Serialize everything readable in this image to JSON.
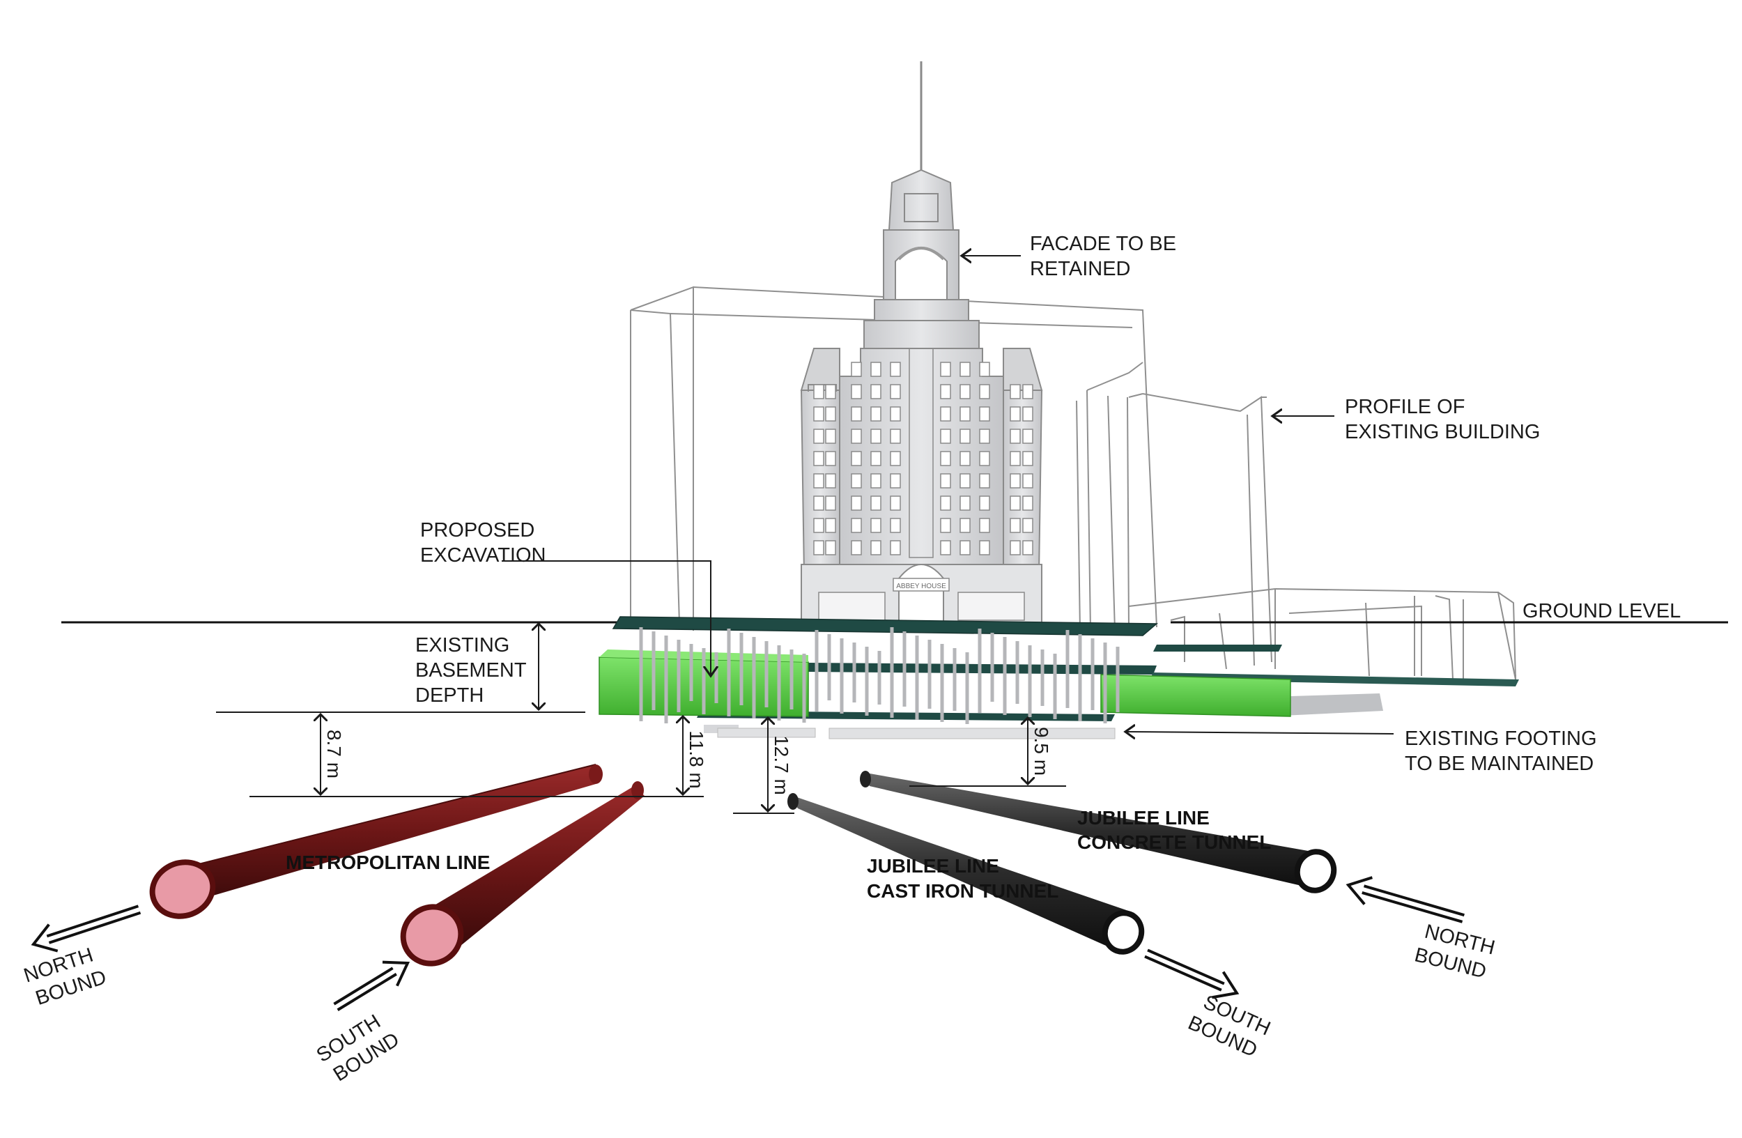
{
  "labels": {
    "facade_retained": [
      "FACADE TO BE",
      "RETAINED"
    ],
    "profile_existing": [
      "PROFILE OF",
      "EXISTING BUILDING"
    ],
    "proposed_excavation": [
      "PROPOSED",
      "EXCAVATION"
    ],
    "ground_level": "GROUND LEVEL",
    "existing_basement": [
      "EXISTING",
      "BASEMENT",
      "DEPTH"
    ],
    "existing_footing": [
      "EXISTING FOOTING",
      "TO BE MAINTAINED"
    ],
    "metropolitan_line": "METROPOLITAN LINE",
    "jubilee_concrete": [
      "JUBILEE LINE",
      "CONCRETE TUNNEL"
    ],
    "jubilee_cast_iron": [
      "JUBILEE LINE",
      "CAST IRON TUNNEL"
    ],
    "north_bound_left": [
      "NORTH",
      "BOUND"
    ],
    "south_bound_left": [
      "SOUTH",
      "BOUND"
    ],
    "south_bound_right": [
      "SOUTH",
      "BOUND"
    ],
    "north_bound_right": [
      "NORTH",
      "BOUND"
    ]
  },
  "dimensions": {
    "d1": "8.7 m",
    "d2": "11.8 m",
    "d3": "12.7 m",
    "d4": "9.5 m"
  },
  "building_sign": "ABBEY HOUSE",
  "colors": {
    "metropolitan_tunnel": "#6b1616",
    "metropolitan_opening": "#e89aa6",
    "jubilee_tunnel": "#2b2b2b",
    "excavation_green": "#5cd14a",
    "slab_dark_teal": "#1f4a44",
    "building_grey": "#d9dadc",
    "outline": "#8a8a8a"
  }
}
